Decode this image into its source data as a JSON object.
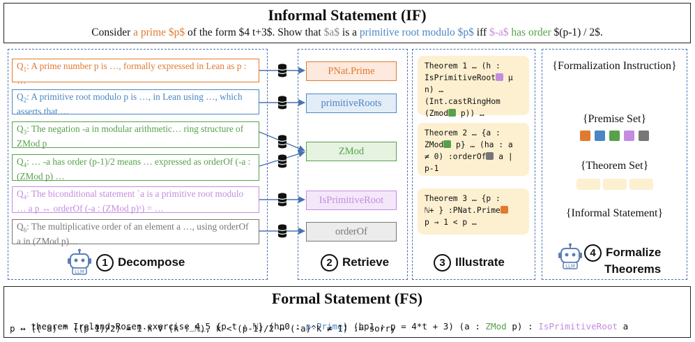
{
  "if_panel": {
    "title": "Informal Statement (IF)",
    "statement": {
      "p1": "Consider ",
      "prime": "a prime $p$",
      "p2": " of the form $4 t+3$. Show that ",
      "a": "$a$",
      "p3": " is a ",
      "prim": "primitive root modulo $p$",
      "p4": " iff ",
      "neg": "$-a$",
      "order": " has order",
      "p5": " $(p-1) / 2$."
    }
  },
  "decompose": {
    "queries": [
      {
        "sub": "1",
        "color": "#e07a2f",
        "text": ": A prime number p is …, formally expressed in Lean as p : …"
      },
      {
        "sub": "2",
        "color": "#4b86c4",
        "text": ": A primitive root modulo p is …, in Lean using …, which asserts that …"
      },
      {
        "sub": "3",
        "color": "#56a14a",
        "text": ": The negation -a in modular arithmetic… ring structure of ZMod p"
      },
      {
        "sub": "4",
        "color": "#56a14a",
        "text": ": … -a has order (p-1)/2 means … expressed as orderOf (-a : (ZMod p) …"
      },
      {
        "sub": "4",
        "color": "#c48be0",
        "text": ": The biconditional statement `a is a primitive root modulo … a p ↔ orderOf (-a : (ZMod p)ˣ) = …"
      },
      {
        "sub": "6",
        "color": "#777777",
        "text": ": The multiplicative order of an element a …, using orderOf a in (ZMod p)…"
      }
    ],
    "q_letter": "Q",
    "step_num": "1",
    "step_label": "Decompose"
  },
  "retrieve": {
    "items": [
      {
        "label": "PNat.Prime",
        "color": "#e07a2f",
        "bg": "#fde9dd"
      },
      {
        "label": "primitiveRoots",
        "color": "#4b86c4",
        "bg": "#e3edf8"
      },
      {
        "label": "ZMod",
        "color": "#56a14a",
        "bg": "#e6f3e1"
      },
      {
        "label": "IsPrimitiveRoot",
        "color": "#c48be0",
        "bg": "#f4e7fa"
      },
      {
        "label": "orderOf",
        "color": "#777777",
        "bg": "#ececec"
      }
    ],
    "step_num": "2",
    "step_label": "Retrieve"
  },
  "illustrate": {
    "theorems": [
      {
        "l1": "Theorem 1 … (h :",
        "l2a": "IsPrimitiveRoot",
        "l2b": " μ",
        "l3": "n) …",
        "l4": "(Int.castRingHom",
        "l5a": "(Zmod",
        "l5b": " p)) …"
      },
      {
        "l1": "Theorem 2 … {a :",
        "l2a": "ZMod",
        "l2b": " p} … (ha : a",
        "l3a": "≠ 0) :orderOf",
        "l3b": " a |",
        "l4": "p-1"
      },
      {
        "l1": "Theorem 3 … {p :",
        "l2": "ℕ+ } :PNat.Prime",
        "l3": "p → 1 < p …"
      }
    ],
    "step_num": "3",
    "step_label": "Illustrate"
  },
  "formalize": {
    "instruction": "{Formalization Instruction}",
    "premise": "{Premise Set}",
    "theorem_set": "{Theorem Set}",
    "informal": "{Informal Statement}",
    "step_num": "4",
    "step_l1": "Formalize",
    "step_l2": "Theorems",
    "premise_colors": [
      "#e07a2f",
      "#4b86c4",
      "#56a14a",
      "#c48be0",
      "#777777"
    ]
  },
  "fs_panel": {
    "title": "Formal Statement (FS)",
    "line1": {
      "a": "theorem Ireland-Rosen.exercise_4_5 {p t : ℕ} (hp0 : ",
      "prime": "p.Prime",
      "b": ") (hp1 : p = 4*t + 3) (a : ",
      "zmod": "ZMod",
      "c": " p) : ",
      "ipr": "IsPrimitiveRoot",
      "d": " a"
    },
    "line2": "p ↔ ((-a) ^ ((p-1)/2) = 1 ∧ ∀ (k : ℕ), k < (p-1)/2 → (-a)^k ≠ 1) := sorry"
  },
  "robot_label": "LLM",
  "colors": {
    "orange": "#e07a2f",
    "blue": "#4b86c4",
    "green": "#56a14a",
    "purple": "#c48be0",
    "grey": "#777777",
    "theorem_bg": "#fdf0d0",
    "dash": "#4a72b0"
  }
}
